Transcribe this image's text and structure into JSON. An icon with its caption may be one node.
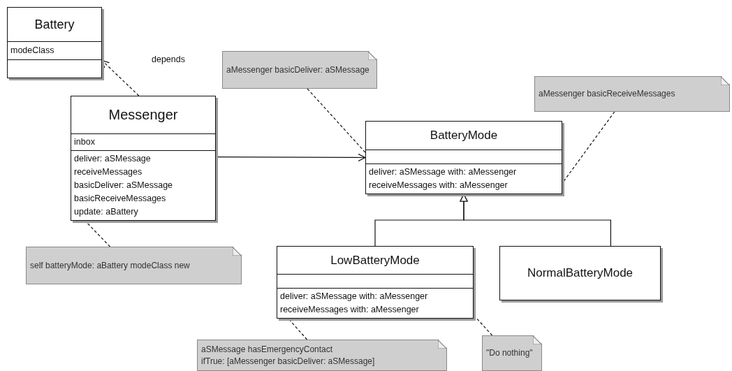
{
  "diagram": {
    "nodes": [
      {
        "text": [
          "Battery",
          "modeClass"
        ]
      },
      {
        "text": [
          "Messenger",
          "inbox",
          "deliver: aSMessage",
          "receiveMessages",
          "basicDeliver: aSMessage",
          "basicReceiveMessages",
          "update: aBattery"
        ]
      },
      {
        "text": [
          "aMessenger basicDeliver: aSMessage"
        ]
      },
      {
        "text": [
          "aMessenger basicReceiveMessages"
        ]
      },
      {
        "text": [
          "BatteryMode",
          "deliver: aSMessage with: aMessenger",
          "receiveMessages with: aMessenger"
        ]
      },
      {
        "text": [
          "LowBatteryMode",
          "deliver: aSMessage with: aMessenger",
          "receiveMessages with: aMessenger"
        ]
      },
      {
        "text": [
          "NormalBatteryMode"
        ]
      },
      {
        "text": [
          "self batteryMode: aBattery modeClass new"
        ]
      },
      {
        "text": [
          "aSMessage hasEmergencyContact",
          "ifTrue: [aMessenger basicDeliver: aSMessage]"
        ]
      },
      {
        "text": [
          "\"Do nothing\""
        ]
      }
    ],
    "edges": [
      {
        "from": 1,
        "to": 0,
        "arrow": "to",
        "style": "dashed",
        "label": "depends"
      },
      {
        "from": 1,
        "to": 4,
        "arrow": "to"
      },
      {
        "from": 2,
        "to": 4,
        "arrow": "none",
        "style": "dashed"
      },
      {
        "from": 3,
        "to": 4,
        "arrow": "none",
        "style": "dashed"
      },
      {
        "from": 5,
        "to": 4,
        "arrow": "to"
      },
      {
        "from": 6,
        "to": 4,
        "arrow": "to"
      },
      {
        "from": 7,
        "to": 1,
        "arrow": "none",
        "style": "dashed"
      },
      {
        "from": 8,
        "to": 5,
        "arrow": "none",
        "style": "dashed"
      },
      {
        "from": 9,
        "to": 5,
        "arrow": "none",
        "style": "dashed"
      }
    ]
  }
}
